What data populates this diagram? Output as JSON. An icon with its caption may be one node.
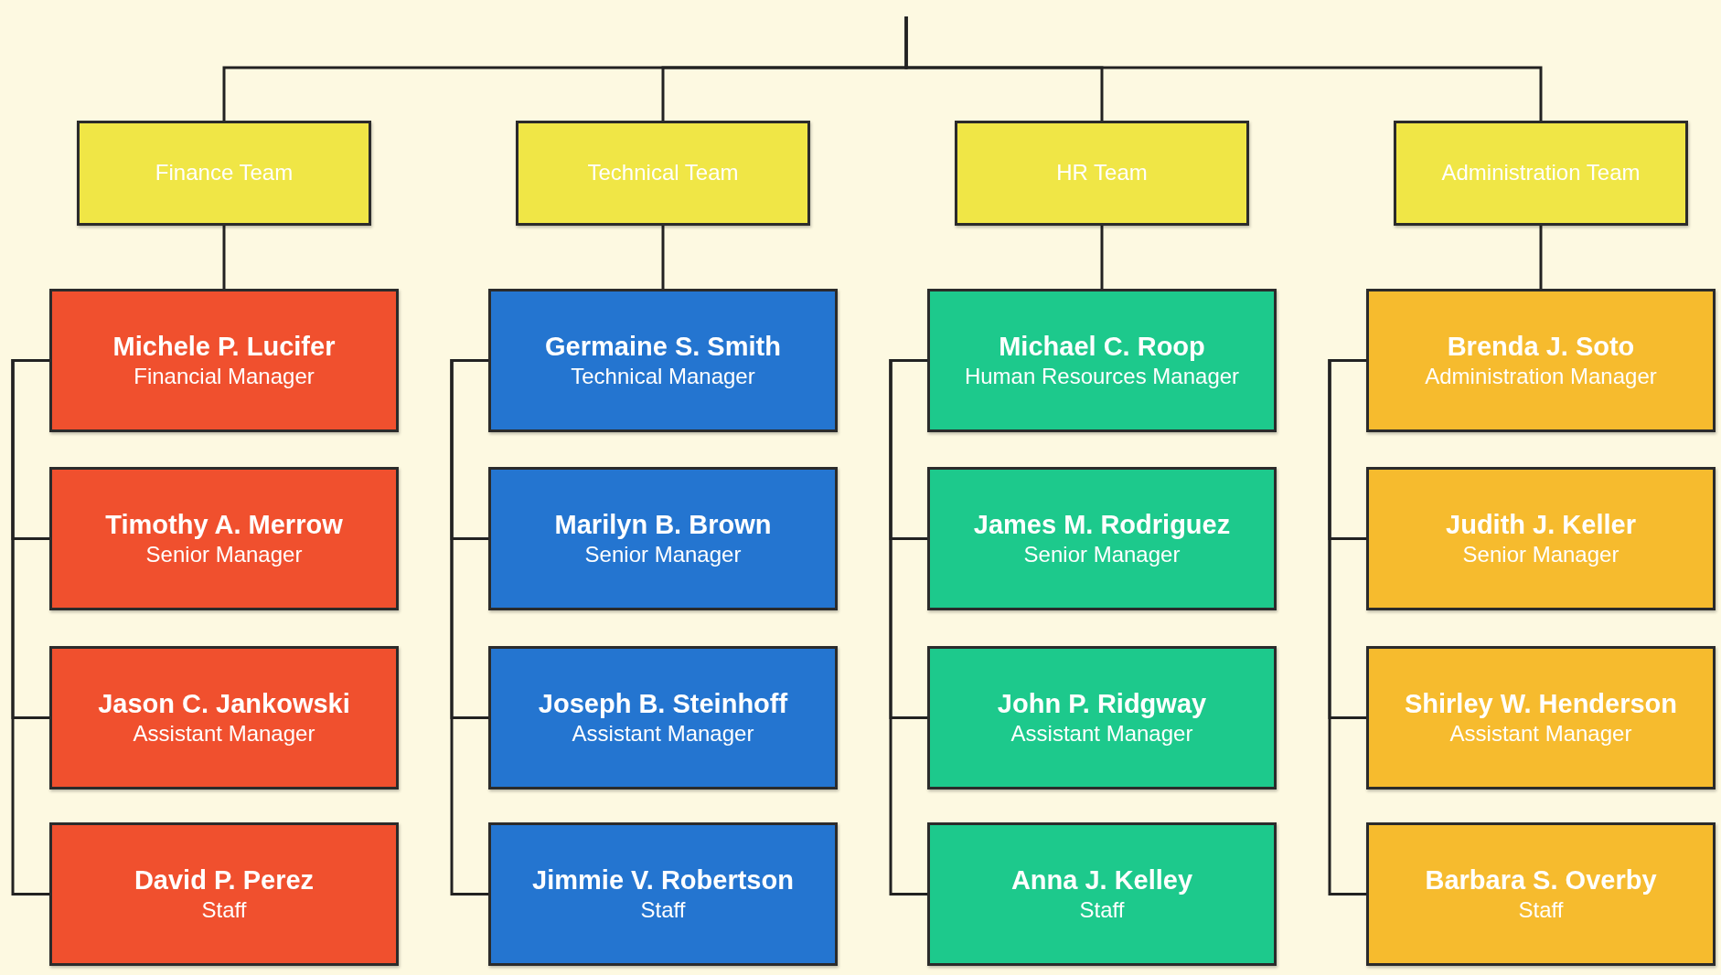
{
  "diagram": {
    "nodes": [
      {
        "text": [
          "Finance Team"
        ]
      },
      {
        "text": [
          "Technical Team"
        ]
      },
      {
        "text": [
          "HR Team"
        ]
      },
      {
        "text": [
          "Administration Team"
        ]
      },
      {
        "text": [
          "Michele P. Lucifer",
          "Financial Manager"
        ]
      },
      {
        "text": [
          "Timothy A. Merrow",
          "Senior Manager"
        ]
      },
      {
        "text": [
          "Jason C. Jankowski",
          "Assistant Manager"
        ]
      },
      {
        "text": [
          "David P. Perez",
          "Staff"
        ]
      },
      {
        "text": [
          "Germaine S. Smith",
          "Technical Manager"
        ]
      },
      {
        "text": [
          "Marilyn B. Brown",
          "Senior Manager"
        ]
      },
      {
        "text": [
          "Joseph B. Steinhoff",
          "Assistant Manager"
        ]
      },
      {
        "text": [
          "Jimmie V. Robertson",
          "Staff"
        ]
      },
      {
        "text": [
          "Michael C. Roop",
          "Human Resources Manager"
        ]
      },
      {
        "text": [
          "James M. Rodriguez",
          "Senior Manager"
        ]
      },
      {
        "text": [
          "John P. Ridgway",
          "Assistant Manager"
        ]
      },
      {
        "text": [
          "Anna J. Kelley",
          "Staff"
        ]
      },
      {
        "text": [
          "Brenda J. Soto",
          "Administration Manager"
        ]
      },
      {
        "text": [
          "Judith J. Keller",
          "Senior Manager"
        ]
      },
      {
        "text": [
          "Shirley W. Henderson",
          "Assistant Manager"
        ]
      },
      {
        "text": [
          "Barbara S. Overby",
          "Staff"
        ]
      }
    ],
    "edges": [
      {
        "from": null,
        "to": 0,
        "arrow": "none"
      },
      {
        "from": null,
        "to": 1,
        "arrow": "none"
      },
      {
        "from": null,
        "to": 2,
        "arrow": "none"
      },
      {
        "from": null,
        "to": 3,
        "arrow": "none"
      },
      {
        "from": 0,
        "to": 4,
        "arrow": "none"
      },
      {
        "from": 1,
        "to": 8,
        "arrow": "none"
      },
      {
        "from": 2,
        "to": 12,
        "arrow": "none"
      },
      {
        "from": 3,
        "to": 16,
        "arrow": "none"
      },
      {
        "from": 4,
        "to": 5,
        "arrow": "none"
      },
      {
        "from": 4,
        "to": 6,
        "arrow": "none"
      },
      {
        "from": 4,
        "to": 7,
        "arrow": "none"
      },
      {
        "from": 8,
        "to": 9,
        "arrow": "none"
      },
      {
        "from": 8,
        "to": 10,
        "arrow": "none"
      },
      {
        "from": 8,
        "to": 11,
        "arrow": "none"
      },
      {
        "from": 12,
        "to": 13,
        "arrow": "none"
      },
      {
        "from": 12,
        "to": 14,
        "arrow": "none"
      },
      {
        "from": 12,
        "to": 15,
        "arrow": "none"
      },
      {
        "from": 16,
        "to": 17,
        "arrow": "none"
      },
      {
        "from": 16,
        "to": 18,
        "arrow": "none"
      },
      {
        "from": 16,
        "to": 19,
        "arrow": "none"
      }
    ]
  }
}
